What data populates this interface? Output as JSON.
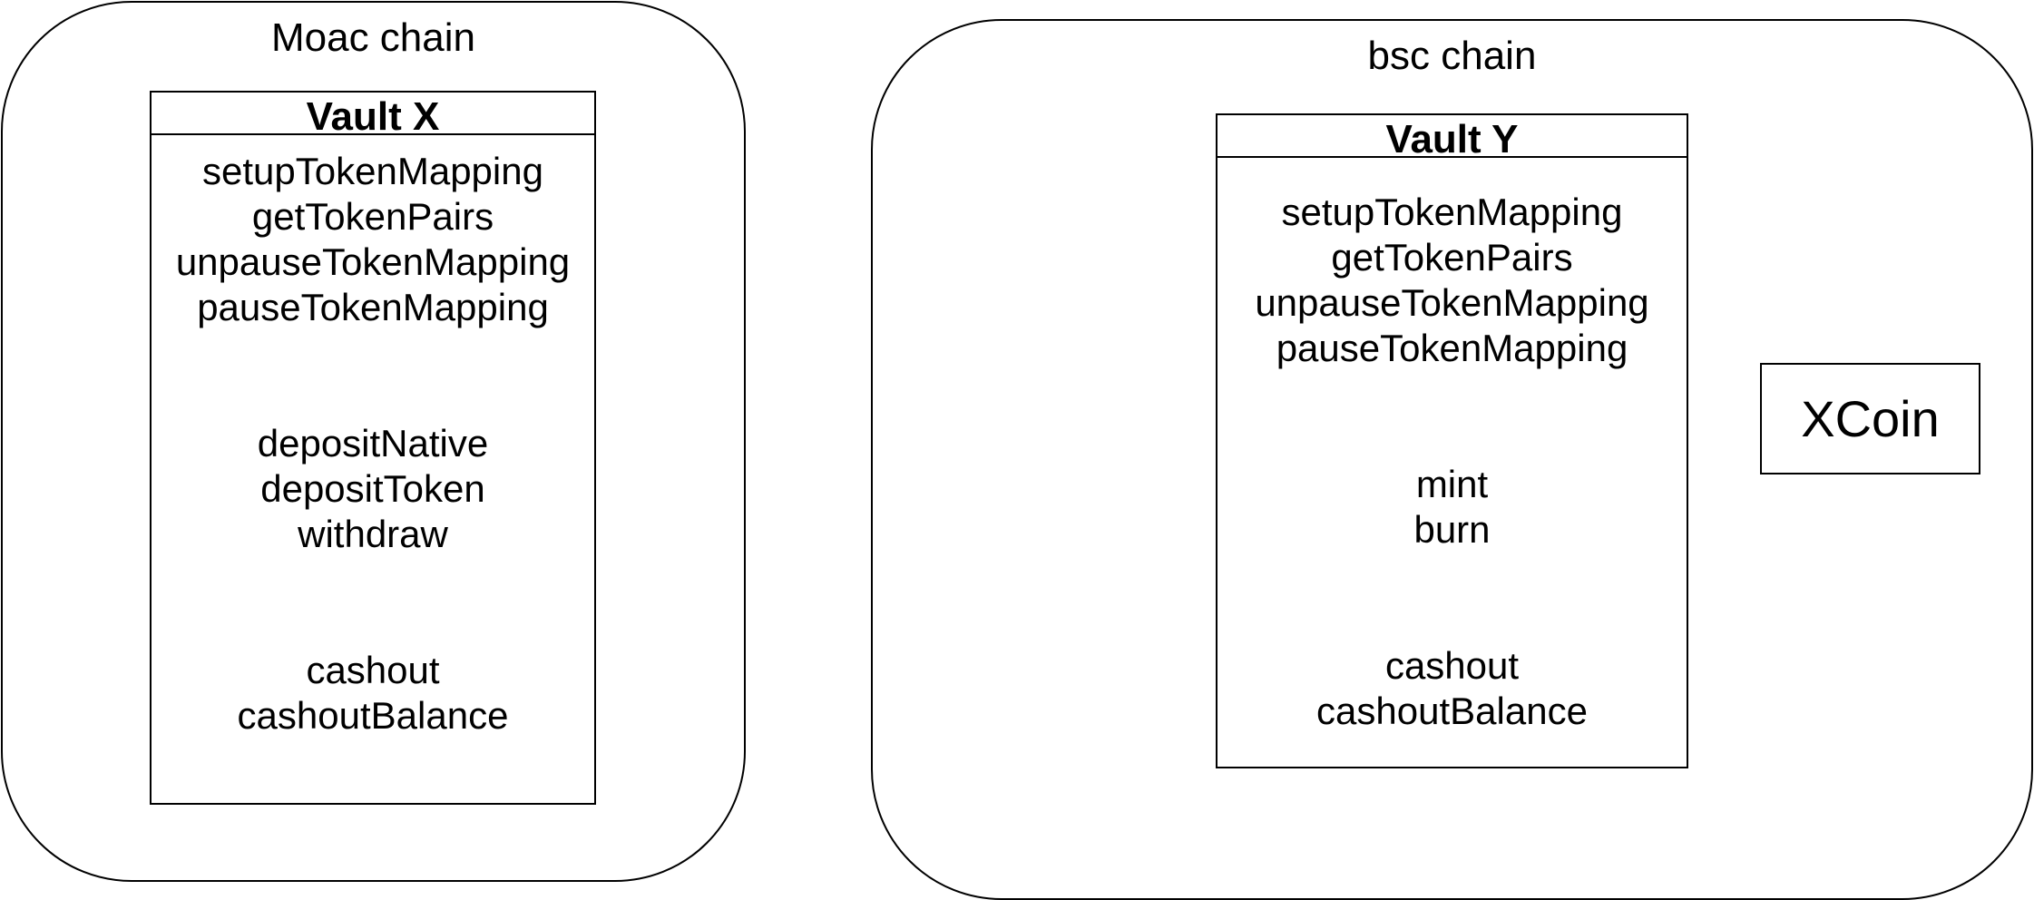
{
  "chains": [
    {
      "title": "Moac chain",
      "vault": {
        "title": "Vault X",
        "groups": [
          [
            "setupTokenMapping",
            "getTokenPairs",
            "unpauseTokenMapping",
            "pauseTokenMapping"
          ],
          [
            "depositNative",
            "depositToken",
            "withdraw"
          ],
          [
            "cashout",
            "cashoutBalance"
          ]
        ]
      }
    },
    {
      "title": "bsc chain",
      "vault": {
        "title": "Vault Y",
        "groups": [
          [
            "setupTokenMapping",
            "getTokenPairs",
            "unpauseTokenMapping",
            "pauseTokenMapping"
          ],
          [
            "mint",
            "burn"
          ],
          [
            "cashout",
            "cashoutBalance"
          ]
        ]
      },
      "token": {
        "label": "XCoin"
      }
    }
  ]
}
